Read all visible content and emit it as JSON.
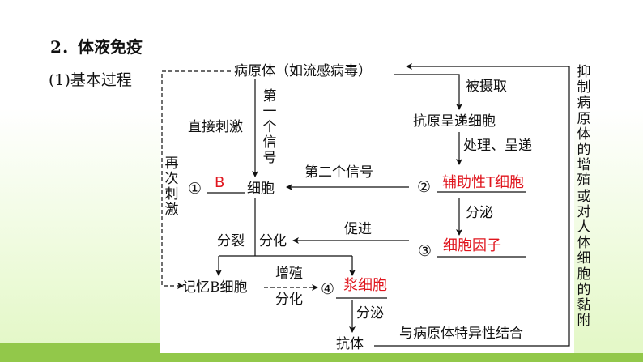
{
  "section_title": "2．体液免疫",
  "subtitle": "(1)基本过程",
  "nodes": {
    "pathogen": "病原体（如流感病毒）",
    "apc": "抗原呈递细胞",
    "th_num": "②",
    "th_answer": "辅助性T细胞",
    "b_num": "①",
    "b_answer": "B",
    "b_suffix": "细胞",
    "cytokine_num": "③",
    "cytokine_answer": "细胞因子",
    "memory_b": "记忆B细胞",
    "plasma_num": "④",
    "plasma_answer": "浆细胞",
    "antibody": "抗体"
  },
  "labels": {
    "uptake": "被摄取",
    "process": "处理、呈递",
    "direct": "直接刺激",
    "first_signal": "第一个信号",
    "second_signal": "第二个信号",
    "restimulate": "再次刺激",
    "secrete1": "分泌",
    "promote": "促进",
    "divide": "分裂",
    "differentiate": "分化",
    "proliferate": "增殖",
    "differentiate2": "分化",
    "secrete2": "分泌",
    "bind": "与病原体特异性结合",
    "inhibit": "抑制病原体的增殖或对人体细胞的黏附"
  },
  "colors": {
    "answer": "#e0161e",
    "band": "#92c84a"
  }
}
